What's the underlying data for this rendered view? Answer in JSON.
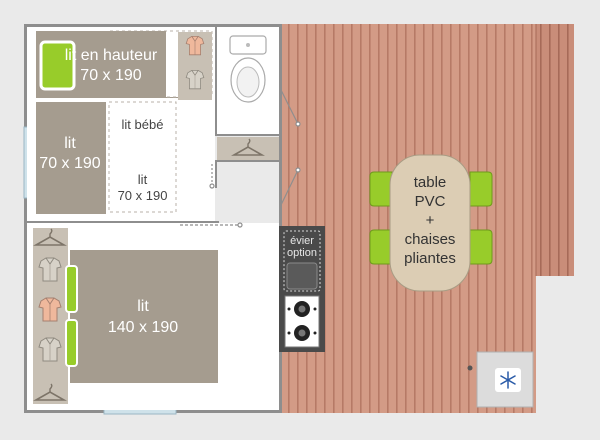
{
  "labels": {
    "bunk_bed": [
      "lit en hauteur",
      "70 x 190"
    ],
    "crib": "lit bébé",
    "single_bed_left": [
      "lit",
      "70 x 190"
    ],
    "single_bed_right": [
      "lit",
      "70 x 190"
    ],
    "double_bed": [
      "lit",
      "140 x 190"
    ],
    "table": [
      "table",
      "PVC",
      "+",
      "chaises",
      "pliantes"
    ],
    "sink": [
      "évier",
      "option"
    ]
  },
  "colors": {
    "background": "#eaeaea",
    "wall": "#8e8e8e",
    "bed": "#a59c8f",
    "bed_pale": "#c8c0b4",
    "deck": "#d39b86",
    "deck_line": "#b67a66",
    "chair_green": "#98cc2a",
    "table": "#dccdb4",
    "window": "#cfe2ea"
  },
  "icons": [
    "shirt-icon",
    "hanger-icon",
    "toilet-icon",
    "stove-icon",
    "snowflake-icon",
    "door-icon"
  ]
}
